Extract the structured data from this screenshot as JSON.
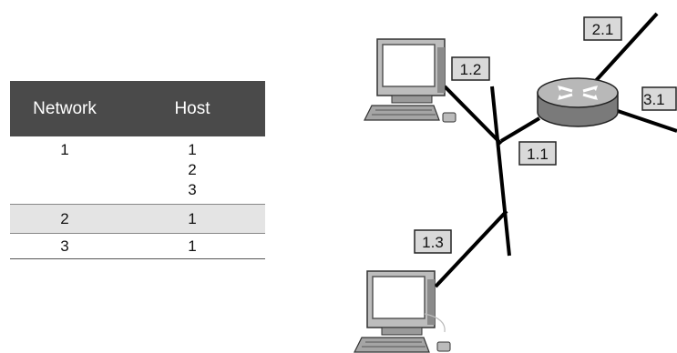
{
  "table": {
    "headers": {
      "network": "Network",
      "host": "Host"
    },
    "rows": [
      {
        "network": "1",
        "host": "1",
        "shaded": false
      },
      {
        "network": "",
        "host": "2",
        "shaded": false
      },
      {
        "network": "",
        "host": "3",
        "shaded": false
      },
      {
        "network": "2",
        "host": "1",
        "shaded": true
      },
      {
        "network": "3",
        "host": "1",
        "shaded": false
      }
    ]
  },
  "diagram": {
    "labels": {
      "pc_top": "1.2",
      "router_lan": "1.1",
      "pc_bottom": "1.3",
      "router_top": "2.1",
      "router_right": "3.1"
    },
    "colors": {
      "header_bg": "#4a4a4a",
      "shaded_row": "#e4e4e4",
      "label_bg": "#d9d9d9"
    },
    "icons": [
      "computer-icon",
      "router-icon"
    ]
  }
}
